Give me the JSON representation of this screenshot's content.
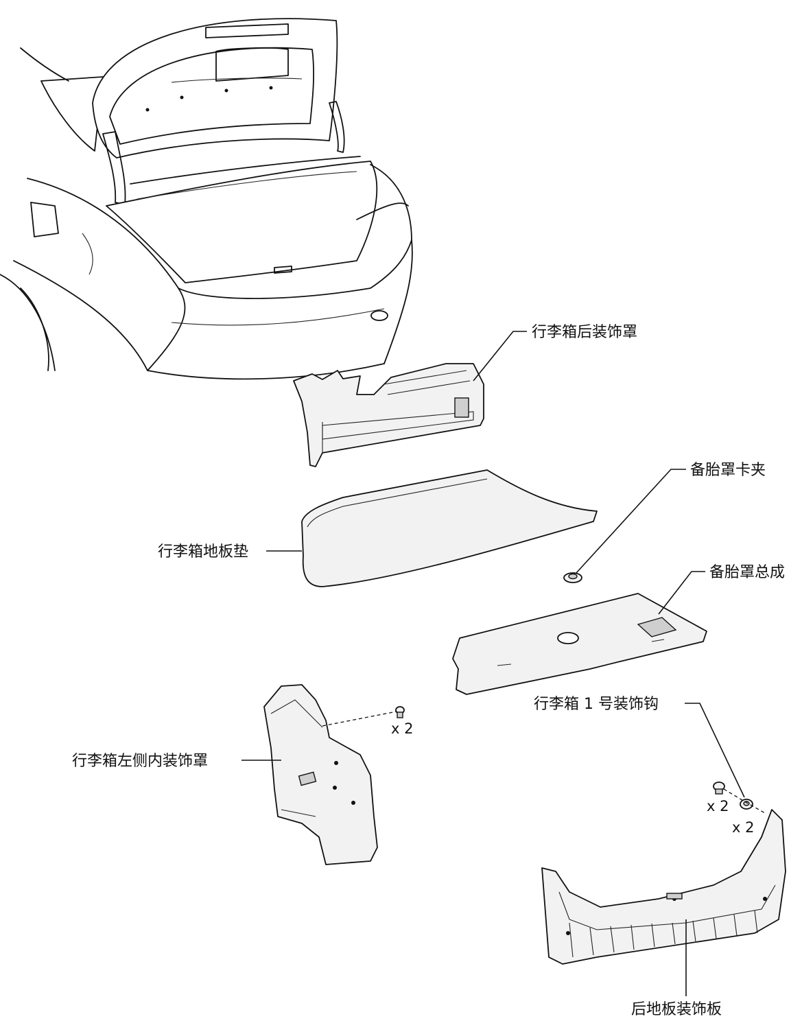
{
  "labels": {
    "trunk_rear_trim_cover": "行李箱后装饰罩",
    "spare_tire_cover_clip": "备胎罩卡夹",
    "trunk_floor_mat": "行李箱地板垫",
    "spare_tire_cover_assy": "备胎罩总成",
    "trunk_no1_trim_hook": "行李箱 1 号装饰钩",
    "trunk_left_side_trim_cover": "行李箱左侧内装饰罩",
    "rear_floor_finish_plate": "后地板装饰板"
  },
  "quantities": {
    "left_trim_clips": "x 2",
    "rear_plate_clips": "x 2",
    "trim_hooks": "x 2"
  }
}
